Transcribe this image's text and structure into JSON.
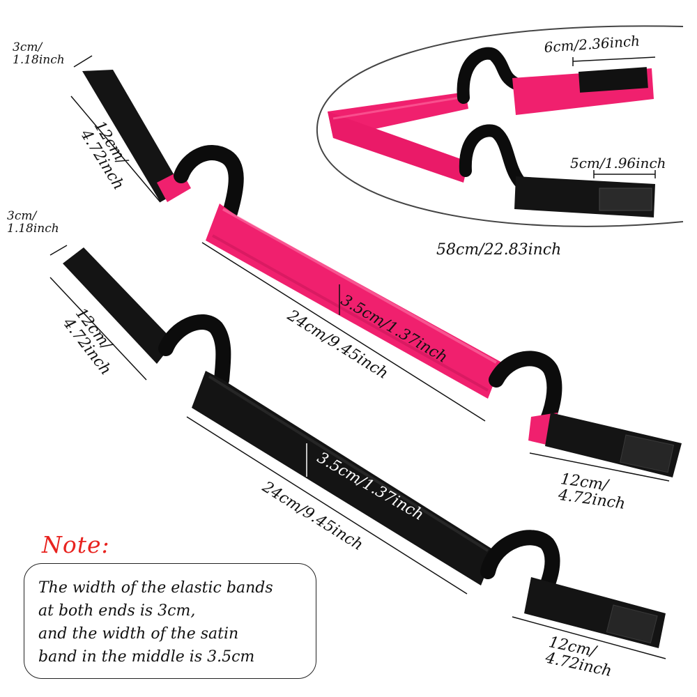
{
  "colors": {
    "pink": "#f0206e",
    "pink_dark": "#c8155a",
    "black_band": "#141414",
    "loop": "#0c0c0c",
    "note_red": "#e8231f"
  },
  "labels": {
    "top_width": "3cm/\n1.18inch",
    "top_length": "12cm/\n4.72inch",
    "pink_length": "24cm/9.45inch",
    "pink_width": "3.5cm/1.37inch",
    "pink_right_length": "12cm/\n4.72inch",
    "mid_width": "3cm/\n1.18inch",
    "mid_length": "12cm/\n4.72inch",
    "black_length": "24cm/9.45inch",
    "black_width": "3.5cm/1.37inch",
    "black_right_length": "12cm/\n4.72inch",
    "inset_6cm": "6cm/2.36inch",
    "inset_5cm": "5cm/1.96inch",
    "inset_total": "58cm/22.83inch"
  },
  "note": {
    "title": "Note:",
    "lines": [
      "The width of the elastic bands",
      "at both ends is 3cm,",
      "and the width of the satin",
      "band in the middle is 3.5cm"
    ]
  },
  "icons": [
    "pink-satin-band",
    "black-satin-band",
    "hook-loop-fastener",
    "padded-loop"
  ]
}
